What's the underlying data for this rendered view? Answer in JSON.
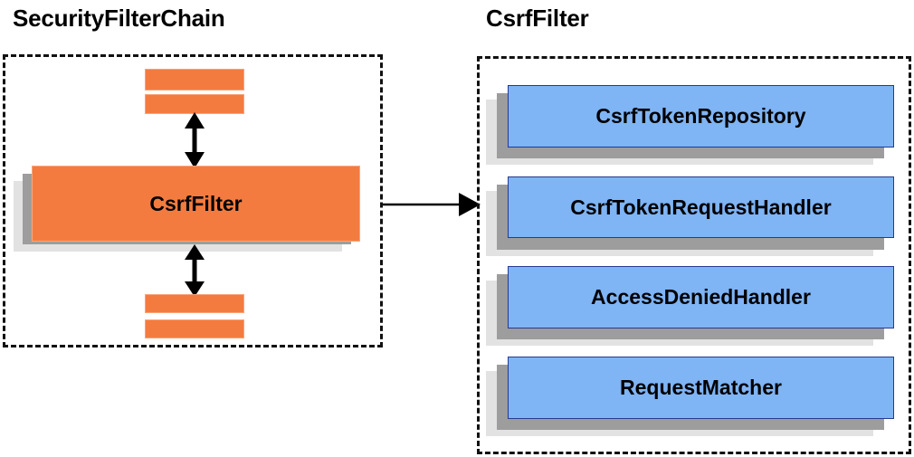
{
  "diagram": {
    "title_left": "SecurityFilterChain",
    "title_right": "CsrfFilter",
    "colors": {
      "orange_fill": "#F47B3F",
      "orange_border": "#F9A77E",
      "blue_fill": "#7FB4F5",
      "blue_border": "#243B8F",
      "shadow_dark": "#9D9D9D",
      "shadow_light": "#E2E2E2",
      "dashed_border": "#111111",
      "text": "#000000"
    }
  },
  "left_panel": {
    "title": "SecurityFilterChain",
    "filter_label": "CsrfFilter",
    "top_bars": [
      "filter-bar-top-1",
      "filter-bar-top-2"
    ],
    "bottom_bars": [
      "filter-bar-bottom-1",
      "filter-bar-bottom-2"
    ],
    "arrow_up_name": "double-arrow-up",
    "arrow_down_name": "double-arrow-down"
  },
  "right_panel": {
    "title": "CsrfFilter",
    "components": [
      {
        "label": "CsrfTokenRepository"
      },
      {
        "label": "CsrfTokenRequestHandler"
      },
      {
        "label": "AccessDeniedHandler"
      },
      {
        "label": "RequestMatcher"
      }
    ]
  },
  "connector": {
    "name": "csrffilter-expansion-arrow",
    "direction": "left-to-right"
  }
}
